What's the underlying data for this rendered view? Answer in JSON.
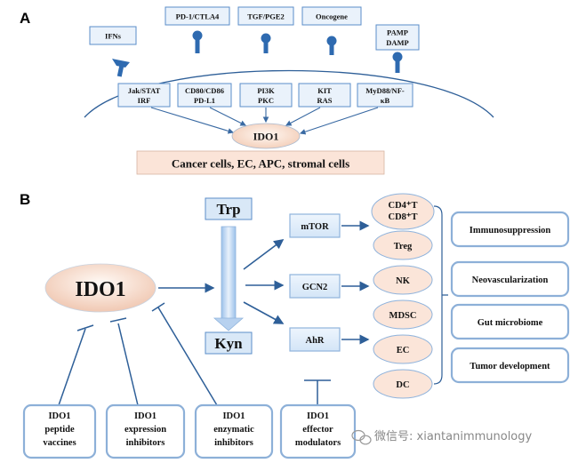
{
  "panel_a": {
    "letter": "A",
    "signals": [
      "IFNs",
      "PD-1/CTLA4",
      "TGF/PGE2",
      "Oncogene",
      "PAMP",
      "DAMP"
    ],
    "pathways": [
      {
        "line1": "Jak/STAT",
        "line2": "IRF"
      },
      {
        "line1": "CD80/CD86",
        "line2": "PD-L1"
      },
      {
        "line1": "PI3K",
        "line2": "PKC"
      },
      {
        "line1": "KIT",
        "line2": "RAS"
      },
      {
        "line1": "MyD88/NF-",
        "line2": "κB"
      }
    ],
    "center": "IDO1",
    "cell_types": "Cancer cells, EC, APC, stromal cells"
  },
  "panel_b": {
    "letter": "B",
    "ido1": "IDO1",
    "trp": "Trp",
    "kyn": "Kyn",
    "sensors": [
      "mTOR",
      "GCN2",
      "AhR"
    ],
    "cells": [
      "CD4⁺T",
      "CD8⁺T",
      "Treg",
      "NK",
      "MDSC",
      "EC",
      "DC"
    ],
    "outcomes": [
      "Immunosuppression",
      "Neovascularization",
      "Gut microbiome",
      "Tumor development"
    ],
    "inhibitors": [
      {
        "lines": [
          "IDO1",
          "peptide",
          "vaccines"
        ]
      },
      {
        "lines": [
          "IDO1",
          "expression",
          "inhibitors"
        ]
      },
      {
        "lines": [
          "IDO1",
          "enzymatic",
          "inhibitors"
        ]
      },
      {
        "lines": [
          "IDO1",
          "effector",
          "modulators"
        ]
      }
    ]
  },
  "watermark": "微信号: xiantanimmunology"
}
